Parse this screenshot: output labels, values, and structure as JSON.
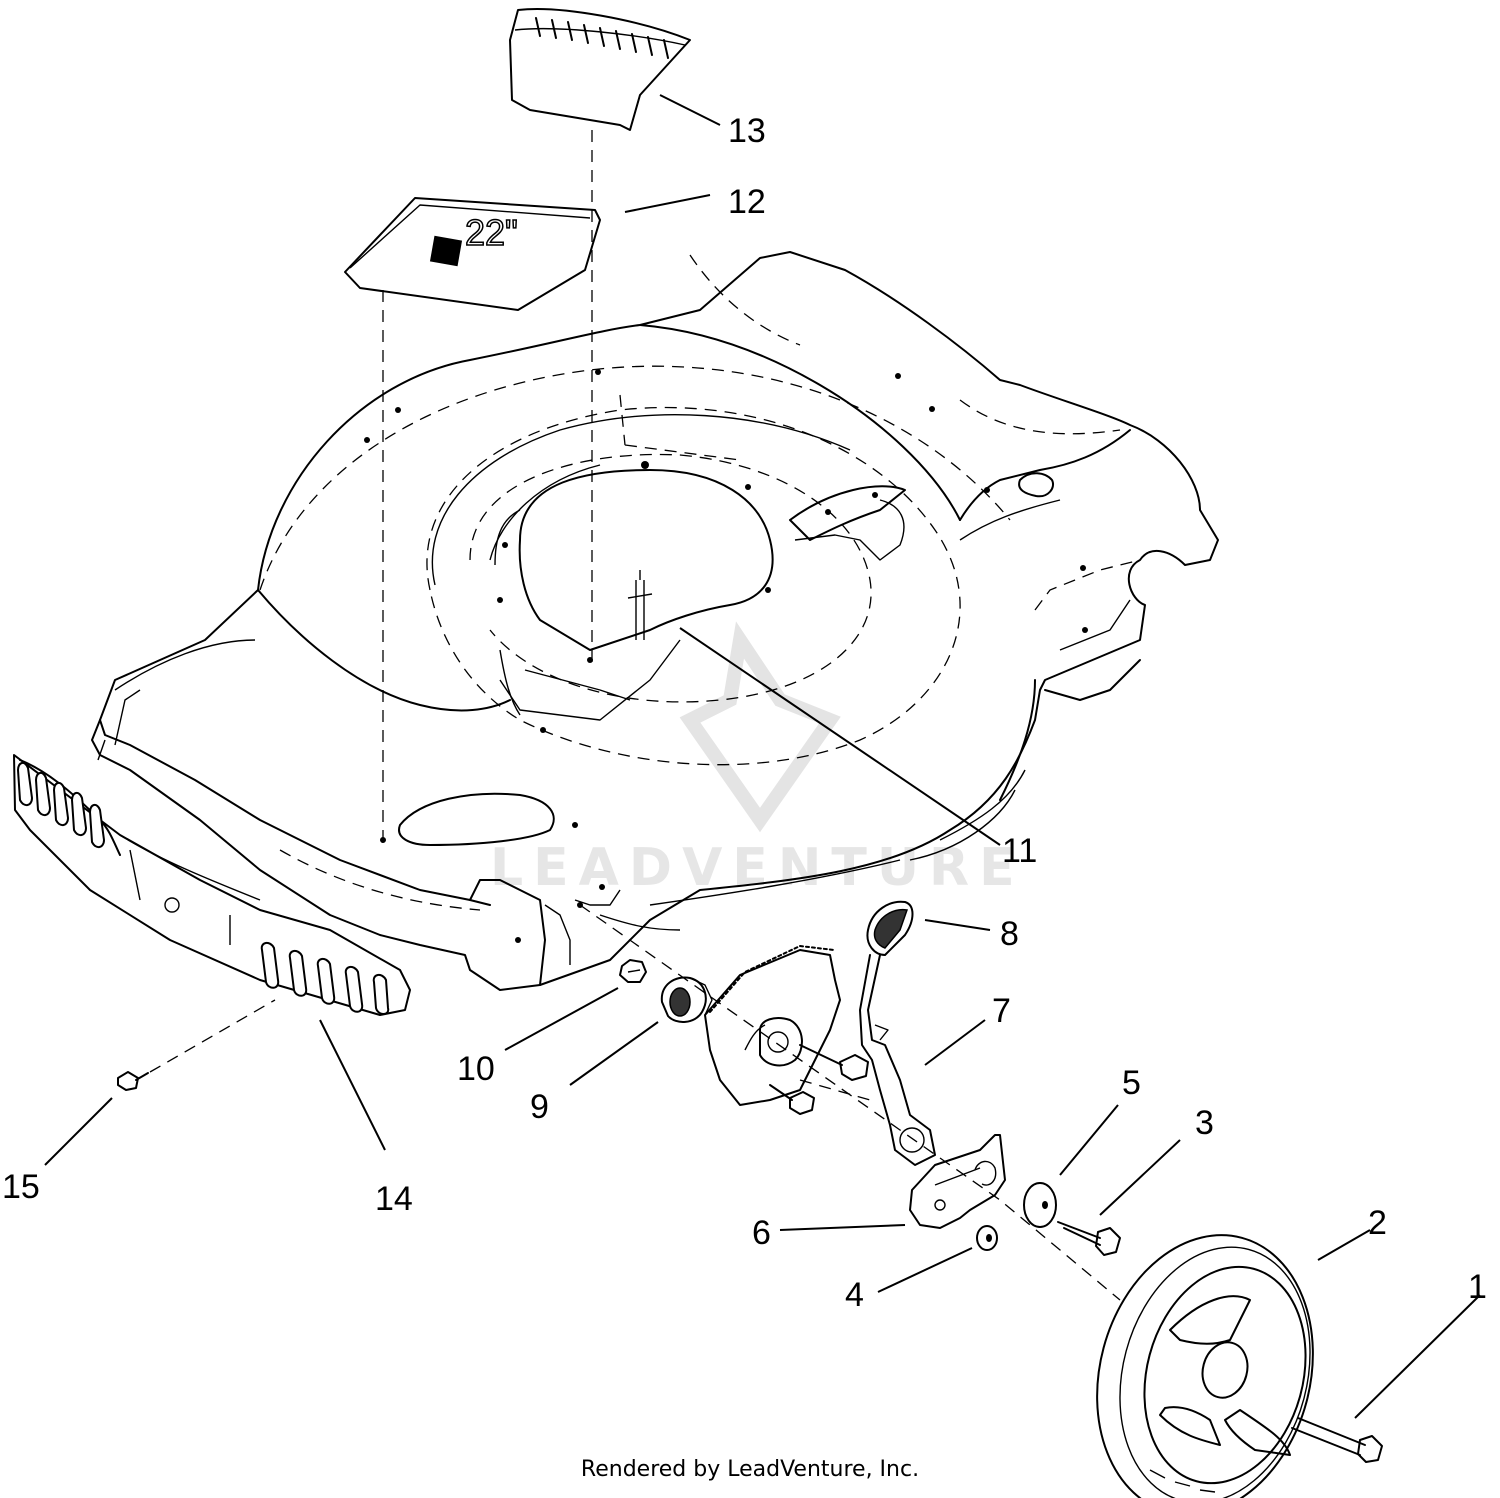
{
  "diagram": {
    "callouts": [
      {
        "id": "1",
        "label": "1"
      },
      {
        "id": "2",
        "label": "2"
      },
      {
        "id": "3",
        "label": "3"
      },
      {
        "id": "4",
        "label": "4"
      },
      {
        "id": "5",
        "label": "5"
      },
      {
        "id": "6",
        "label": "6"
      },
      {
        "id": "7",
        "label": "7"
      },
      {
        "id": "8",
        "label": "8"
      },
      {
        "id": "9",
        "label": "9"
      },
      {
        "id": "10",
        "label": "10"
      },
      {
        "id": "11",
        "label": "11"
      },
      {
        "id": "12",
        "label": "12"
      },
      {
        "id": "13",
        "label": "13"
      },
      {
        "id": "14",
        "label": "14"
      },
      {
        "id": "15",
        "label": "15"
      }
    ],
    "decal_text": "22\"",
    "watermark": "LEADVENTURE"
  },
  "footer": {
    "credit": "Rendered by LeadVenture, Inc."
  }
}
